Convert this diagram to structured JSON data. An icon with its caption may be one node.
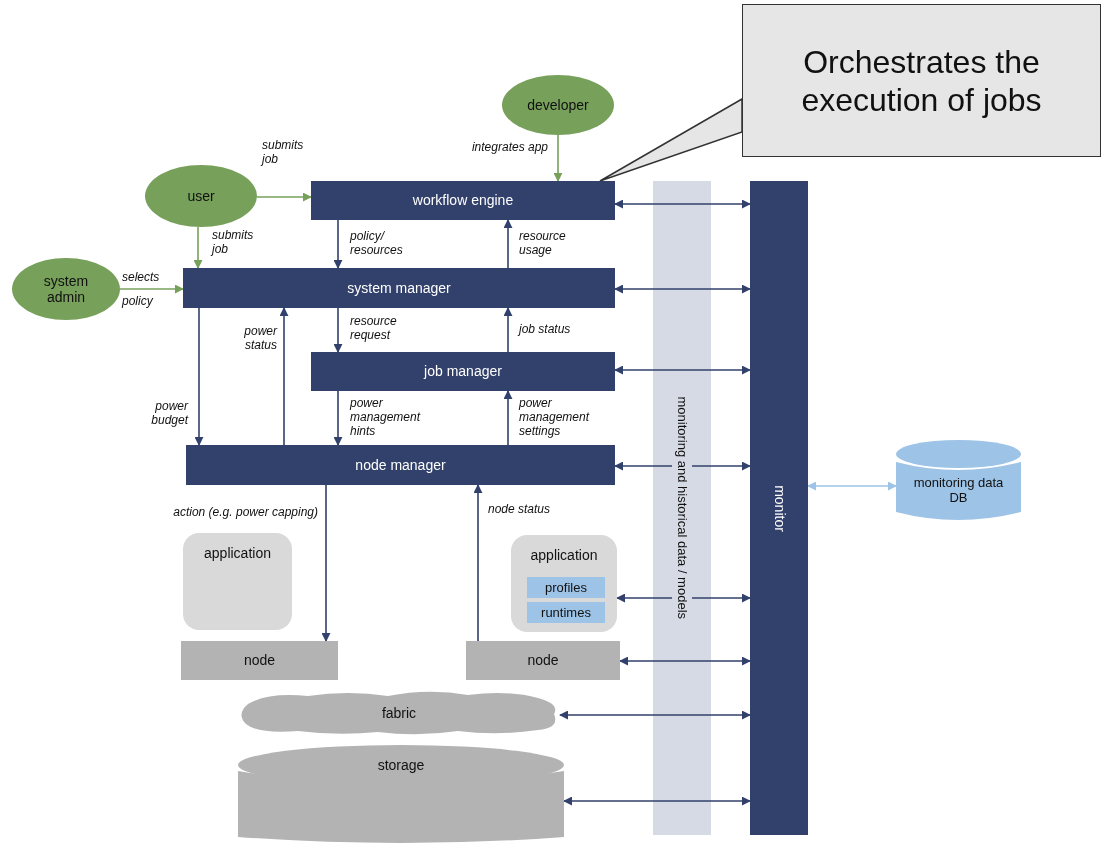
{
  "diagram": {
    "nodes": [
      {
        "text": [
          "developer"
        ]
      },
      {
        "text": [
          "Orchestrates the execution of jobs"
        ]
      },
      {
        "text": [
          "user"
        ]
      },
      {
        "text": [
          "workflow engine"
        ]
      },
      {
        "text": [
          "system admin"
        ]
      },
      {
        "text": [
          "system manager"
        ]
      },
      {
        "text": [
          "job manager"
        ]
      },
      {
        "text": [
          "node manager"
        ]
      },
      {
        "text": [
          "application"
        ]
      },
      {
        "text": [
          "application"
        ]
      },
      {
        "text": [
          "profiles"
        ],
        "in": 9
      },
      {
        "text": [
          "runtimes"
        ],
        "in": 9
      },
      {
        "text": [
          "node"
        ]
      },
      {
        "text": [
          "node"
        ]
      },
      {
        "text": [
          "fabric"
        ]
      },
      {
        "text": [
          "storage"
        ]
      },
      {
        "text": [
          "monitor"
        ]
      },
      {
        "text": [
          "monitoring data DB"
        ]
      }
    ],
    "edges": [
      {
        "from": 2,
        "to": 3,
        "arrow": "to",
        "label": "submits job",
        "color": "#77a05a"
      },
      {
        "from": 2,
        "to": 5,
        "arrow": "to",
        "label": "submits job",
        "color": "#77a05a"
      },
      {
        "from": 0,
        "to": 3,
        "arrow": "to",
        "label": "integrates app",
        "color": "#77a05a"
      },
      {
        "from": 4,
        "to": 5,
        "arrow": "to",
        "label": "selects policy",
        "color": "#77a05a"
      },
      {
        "from": 3,
        "to": 5,
        "arrow": "to",
        "label": "policy/ resources"
      },
      {
        "from": 5,
        "to": 3,
        "arrow": "to",
        "label": "resource usage"
      },
      {
        "from": 5,
        "to": 6,
        "arrow": "to",
        "label": "resource request"
      },
      {
        "from": 6,
        "to": 5,
        "arrow": "to",
        "label": "job status"
      },
      {
        "from": 5,
        "to": 7,
        "arrow": "to",
        "label": "power budget"
      },
      {
        "from": 7,
        "to": 5,
        "arrow": "to",
        "label": "power status"
      },
      {
        "from": 6,
        "to": 7,
        "arrow": "to",
        "label": "power management hints"
      },
      {
        "from": 7,
        "to": 6,
        "arrow": "to",
        "label": "power management settings"
      },
      {
        "from": 7,
        "to": 12,
        "arrow": "to",
        "label": "action (e.g. power capping)"
      },
      {
        "from": 13,
        "to": 7,
        "arrow": "to",
        "label": "node status"
      },
      {
        "from": 3,
        "to": 16,
        "arrow": "both"
      },
      {
        "from": 5,
        "to": 16,
        "arrow": "both"
      },
      {
        "from": 6,
        "to": 16,
        "arrow": "both"
      },
      {
        "from": 7,
        "to": 16,
        "arrow": "both"
      },
      {
        "from": 9,
        "to": 16,
        "arrow": "both"
      },
      {
        "from": 13,
        "to": 16,
        "arrow": "both"
      },
      {
        "from": 14,
        "to": 16,
        "arrow": "both"
      },
      {
        "from": 15,
        "to": 16,
        "arrow": "both"
      },
      {
        "from": 16,
        "to": 17,
        "arrow": "both",
        "color": "#9dc3e6"
      },
      {
        "from": 1,
        "to": 3,
        "arrow": "none",
        "color": "#333333"
      }
    ],
    "labels": [
      "monitoring and historical data / models"
    ]
  }
}
